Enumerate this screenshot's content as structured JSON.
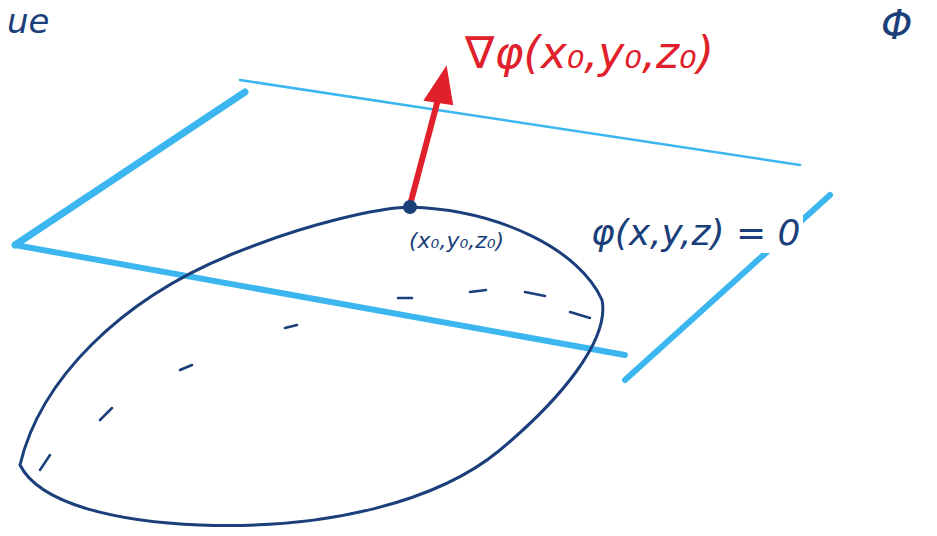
{
  "diagram": {
    "labels": [
      "ue",
      "Φ",
      "∇φ(x₀,y₀,z₀)",
      "(x₀,y₀,z₀)",
      "φ(x,y,z) = 0"
    ]
  }
}
